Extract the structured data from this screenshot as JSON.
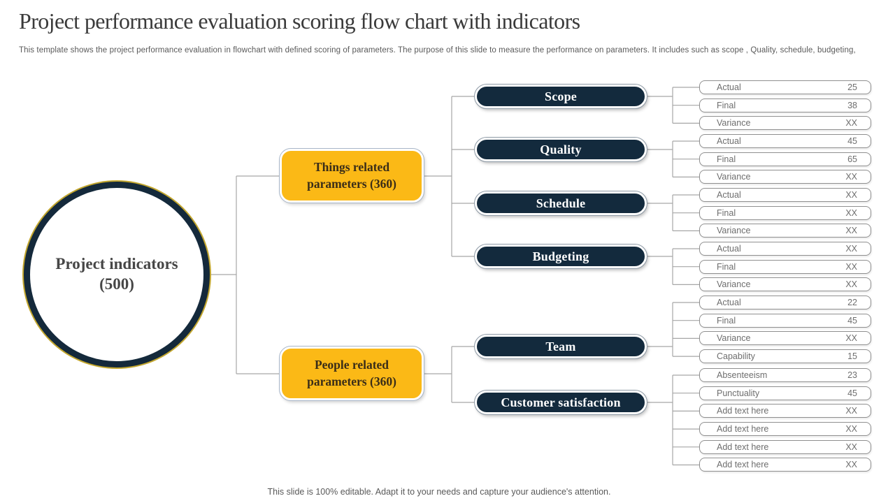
{
  "slide": {
    "title": "Project performance evaluation scoring flow chart with indicators",
    "subtitle": "This template shows the project performance evaluation in flowchart with defined scoring of parameters. The purpose of this slide to measure the performance on parameters. It includes such as scope , Quality,  schedule, budgeting,",
    "footer": "This slide is 100% editable. Adapt it to your needs and capture your audience's attention."
  },
  "root": {
    "label": "Project indicators (500)"
  },
  "branches": [
    {
      "label": "Things related parameters (360)"
    },
    {
      "label": "People related parameters (360)"
    }
  ],
  "groups": [
    {
      "pill": "Scope",
      "rows": [
        {
          "label": "Actual",
          "value": "25"
        },
        {
          "label": "Final",
          "value": "38"
        },
        {
          "label": "Variance",
          "value": "XX"
        }
      ]
    },
    {
      "pill": "Quality",
      "rows": [
        {
          "label": "Actual",
          "value": "45"
        },
        {
          "label": "Final",
          "value": "65"
        },
        {
          "label": "Variance",
          "value": "XX"
        }
      ]
    },
    {
      "pill": "Schedule",
      "rows": [
        {
          "label": "Actual",
          "value": "XX"
        },
        {
          "label": "Final",
          "value": "XX"
        },
        {
          "label": "Variance",
          "value": "XX"
        }
      ]
    },
    {
      "pill": "Budgeting",
      "rows": [
        {
          "label": "Actual",
          "value": "XX"
        },
        {
          "label": "Final",
          "value": "XX"
        },
        {
          "label": "Variance",
          "value": "XX"
        }
      ]
    },
    {
      "pill": "Team",
      "rows": [
        {
          "label": "Actual",
          "value": "22"
        },
        {
          "label": "Final",
          "value": "45"
        },
        {
          "label": "Variance",
          "value": "XX"
        },
        {
          "label": "Capability",
          "value": "15"
        }
      ]
    },
    {
      "pill": "Customer satisfaction",
      "rows": [
        {
          "label": "Absenteeism",
          "value": "23"
        },
        {
          "label": "Punctuality",
          "value": "45"
        },
        {
          "label": "Add text here",
          "value": "XX"
        },
        {
          "label": "Add text here",
          "value": "XX"
        },
        {
          "label": "Add text here",
          "value": "XX"
        },
        {
          "label": "Add text here",
          "value": "XX"
        }
      ]
    }
  ],
  "colors": {
    "navy": "#132a3d",
    "gold": "#fbb916",
    "line": "#a6a6a6",
    "circle_ring": "#c2a62e"
  }
}
